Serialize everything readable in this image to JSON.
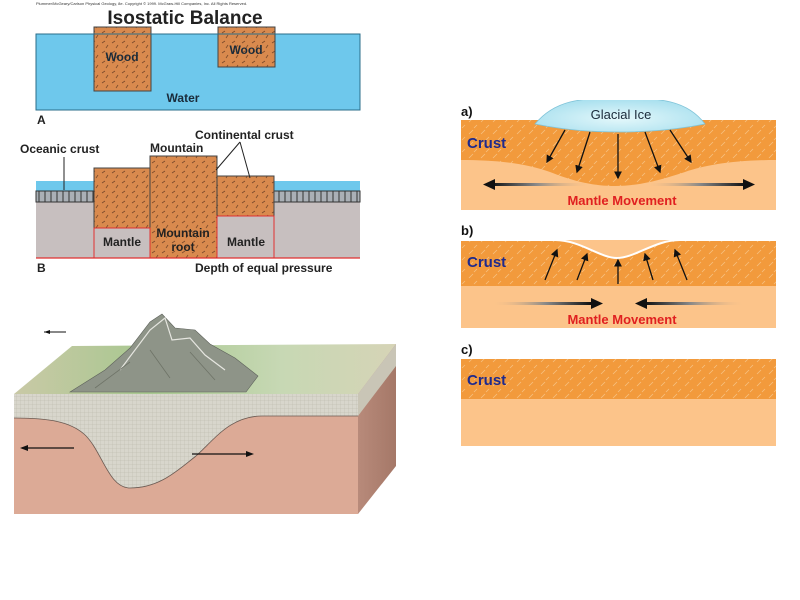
{
  "top_left": {
    "credit": "Plummer/McGeary/Carlson Physical Geology, 8e. Copyright © 1999. McGraw-Hill Companies, Inc. All Rights Reserved.",
    "title": "Isostatic Balance",
    "panel_a": {
      "letter": "A",
      "block1": "Wood",
      "block2": "Wood",
      "water": "Water"
    },
    "panel_b": {
      "letter": "B",
      "oceanic_crust": "Oceanic crust",
      "continental_crust": "Continental crust",
      "mountain": "Mountain",
      "mantle_left": "Mantle",
      "mountain_root": [
        "Mountain",
        "root"
      ],
      "mantle_right": "Mantle",
      "depth": "Depth of equal pressure"
    }
  },
  "right_panels": {
    "a": {
      "letter": "a)",
      "ice": "Glacial Ice",
      "crust": "Crust",
      "movement": "Mantle Movement"
    },
    "b": {
      "letter": "b)",
      "crust": "Crust",
      "movement": "Mantle Movement"
    },
    "c": {
      "letter": "c)",
      "crust": "Crust"
    }
  },
  "colors": {
    "water": "#6ec8ec",
    "wood": "#d98a4e",
    "mantle": "#c7bfbf",
    "crust_orange": "#f29a3c",
    "mantle_peach": "#fcc48a",
    "ice": "#bfe9f2",
    "crust_label": "#1f2a8c",
    "movement_label": "#e02020",
    "terrain_base": "#d9a48f"
  }
}
